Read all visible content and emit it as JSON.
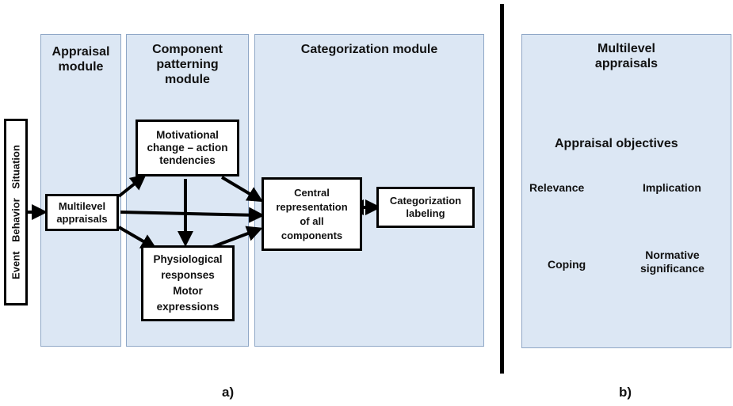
{
  "panel_a": {
    "appraisal_module_title": "Appraisal\nmodule",
    "component_module_title": "Component\npatterning\nmodule",
    "categorization_module_title": "Categorization module",
    "input_labels": "Event  Behavior  Situation",
    "multilevel_appraisals_box": "Multilevel\nappraisals",
    "motivational_box": "Motivational\nchange – action\ntendencies",
    "physiological_box": "Physiological\nresponses\nMotor\nexpressions",
    "central_box": "Central\nrepresentation\nof all\ncomponents",
    "categorization_box": "Categorization\nlabeling",
    "caption": "a)"
  },
  "panel_b": {
    "title": "Multilevel\nappraisals",
    "objectives_title": "Appraisal objectives",
    "relevance": "Relevance",
    "implication": "Implication",
    "coping": "Coping",
    "normative": "Normative\nsignificance",
    "caption": "b)"
  },
  "colors": {
    "panel_fill": "#dce7f4",
    "panel_border": "#8fa7c6",
    "stroke": "#000000"
  }
}
